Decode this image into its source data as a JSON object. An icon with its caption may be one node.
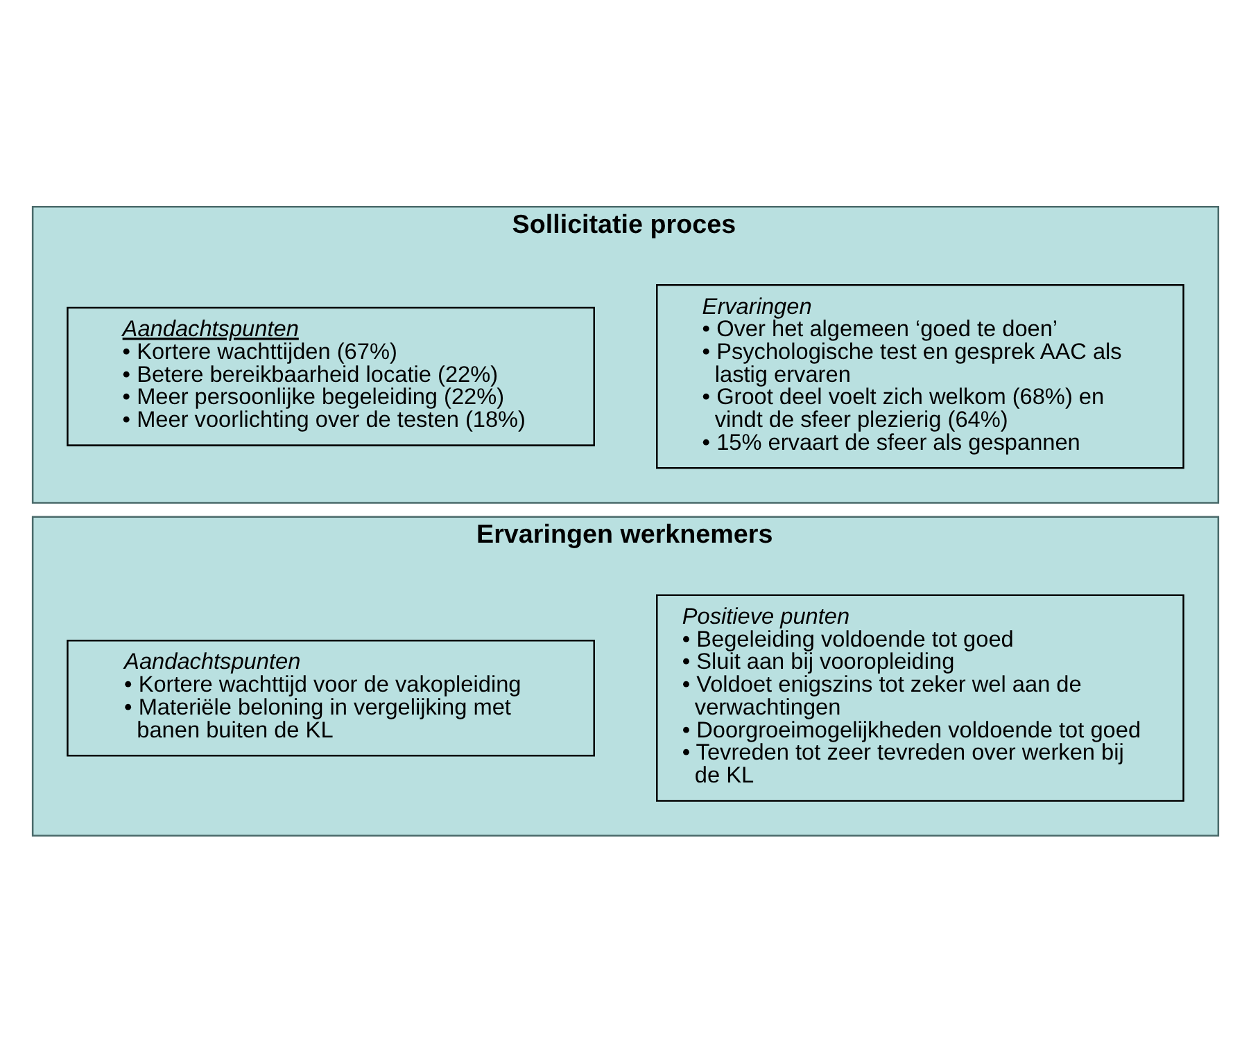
{
  "diagram": {
    "nodes": [
      {
        "text": [
          "Sollicitatie proces"
        ]
      },
      {
        "text": [
          "Ervaringen",
          "• Over het algemeen ‘goed te doen’",
          "• Psychologische test en gesprek AAC als lastig ervaren",
          "• Groot deel voelt zich welkom (68%) en vindt de sfeer plezierig (64%)",
          "• 15% ervaart de sfeer als gespannen"
        ],
        "in": 0
      },
      {
        "text": [
          "Aandachtspunten",
          "• Kortere wachttijden (67%)",
          "• Betere bereikbaarheid locatie (22%)",
          "• Meer persoonlijke begeleiding (22%)",
          "• Meer voorlichting over de testen (18%)"
        ],
        "in": 0
      },
      {
        "text": [
          "Ervaringen werknemers"
        ]
      },
      {
        "text": [
          "Positieve punten",
          "• Begeleiding voldoende tot goed",
          "• Sluit aan bij vooropleiding",
          "• Voldoet enigszins tot zeker wel aan de verwachtingen",
          "• Doorgroeimogelijkheden voldoende tot goed",
          "• Tevreden tot zeer tevreden over werken bij de KL"
        ],
        "in": 3
      },
      {
        "text": [
          "Aandachtspunten",
          "• Kortere wachttijd voor de vakopleiding",
          "• Materiële beloning in vergelijking met banen buiten de KL"
        ],
        "in": 3
      }
    ],
    "edges": []
  }
}
